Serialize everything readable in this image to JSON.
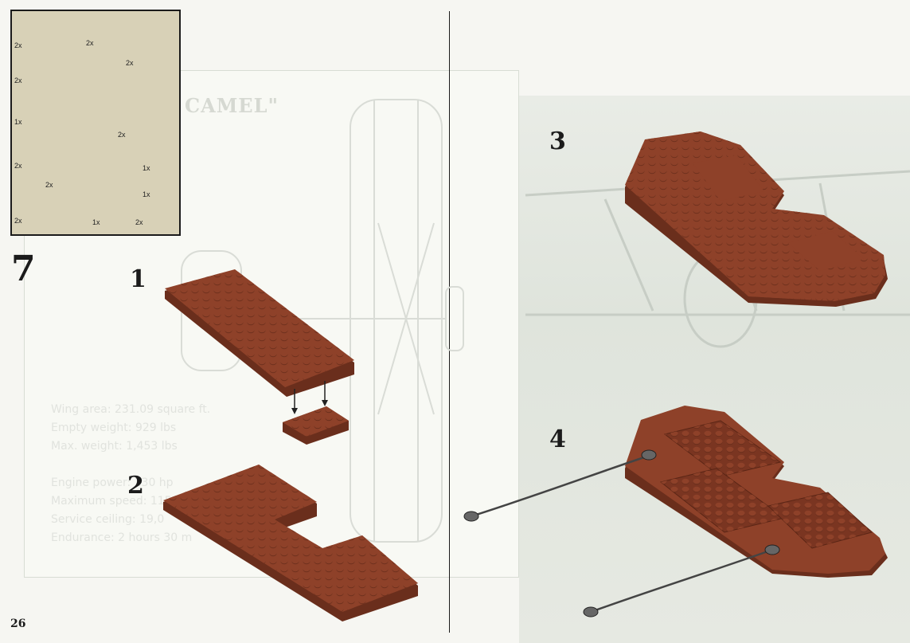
{
  "page_number": "26",
  "step_main": "7",
  "blueprint_title": "CAMEL\"",
  "specs": [
    "Wing area: 231.09 square ft.",
    "Empty weight: 929 lbs",
    "Max. weight: 1,453 lbs",
    "",
    "Engine power: 130 hp",
    "Maximum speed: 115",
    "Service ceiling: 19,0",
    "Endurance: 2 hours 30 m"
  ],
  "parts_list": {
    "quantities": [
      "2x",
      "2x",
      "2x",
      "2x",
      "1x",
      "2x",
      "2x",
      "1x",
      "2x",
      "1x",
      "2x",
      "1x",
      "2x"
    ]
  },
  "substeps": [
    "1",
    "2",
    "3",
    "4"
  ],
  "colors": {
    "brick": "#8e4129",
    "brick_dark": "#6a2e1c",
    "panel": "#d8d1b7"
  }
}
